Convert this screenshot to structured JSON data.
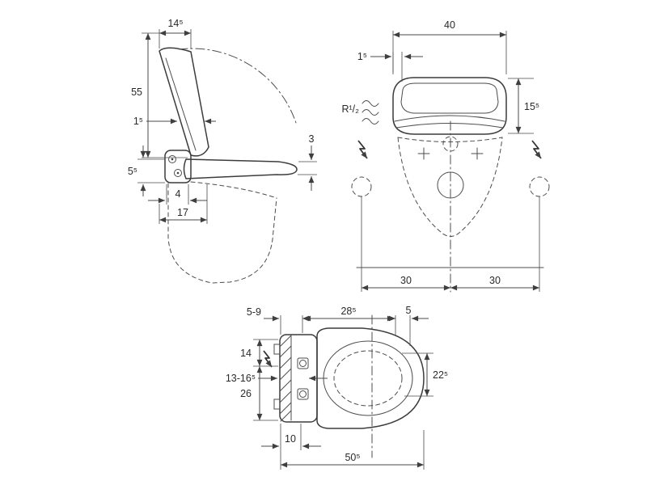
{
  "drawing": {
    "type": "technical-dimension-drawing",
    "subject": "shower-toilet-seat",
    "colors": {
      "line": "#3c3c3c",
      "dimension": "#4a4a4a",
      "text": "#2a2a2a",
      "background": "#ffffff"
    },
    "side": {
      "top_width": "14⁵",
      "open_height": "55",
      "lid_thickness": "1⁵",
      "unit_height": "5⁵",
      "seat_thickness": "3",
      "hinge_offset": "4",
      "hinge_depth": "17"
    },
    "front": {
      "width": "40",
      "edge_gap": "1⁵",
      "body_height": "15⁵",
      "water_connection": "R¹/₂",
      "span_left": "30",
      "span_right": "30"
    },
    "bottom": {
      "wall_distance": "5-9",
      "inner_length": "28⁵",
      "front_gap": "5",
      "upper_height": "14",
      "strip_width": "13-16⁵",
      "lower_height": "26",
      "opening_width": "22⁵",
      "unit_width": "10",
      "total_length": "50⁵"
    }
  }
}
